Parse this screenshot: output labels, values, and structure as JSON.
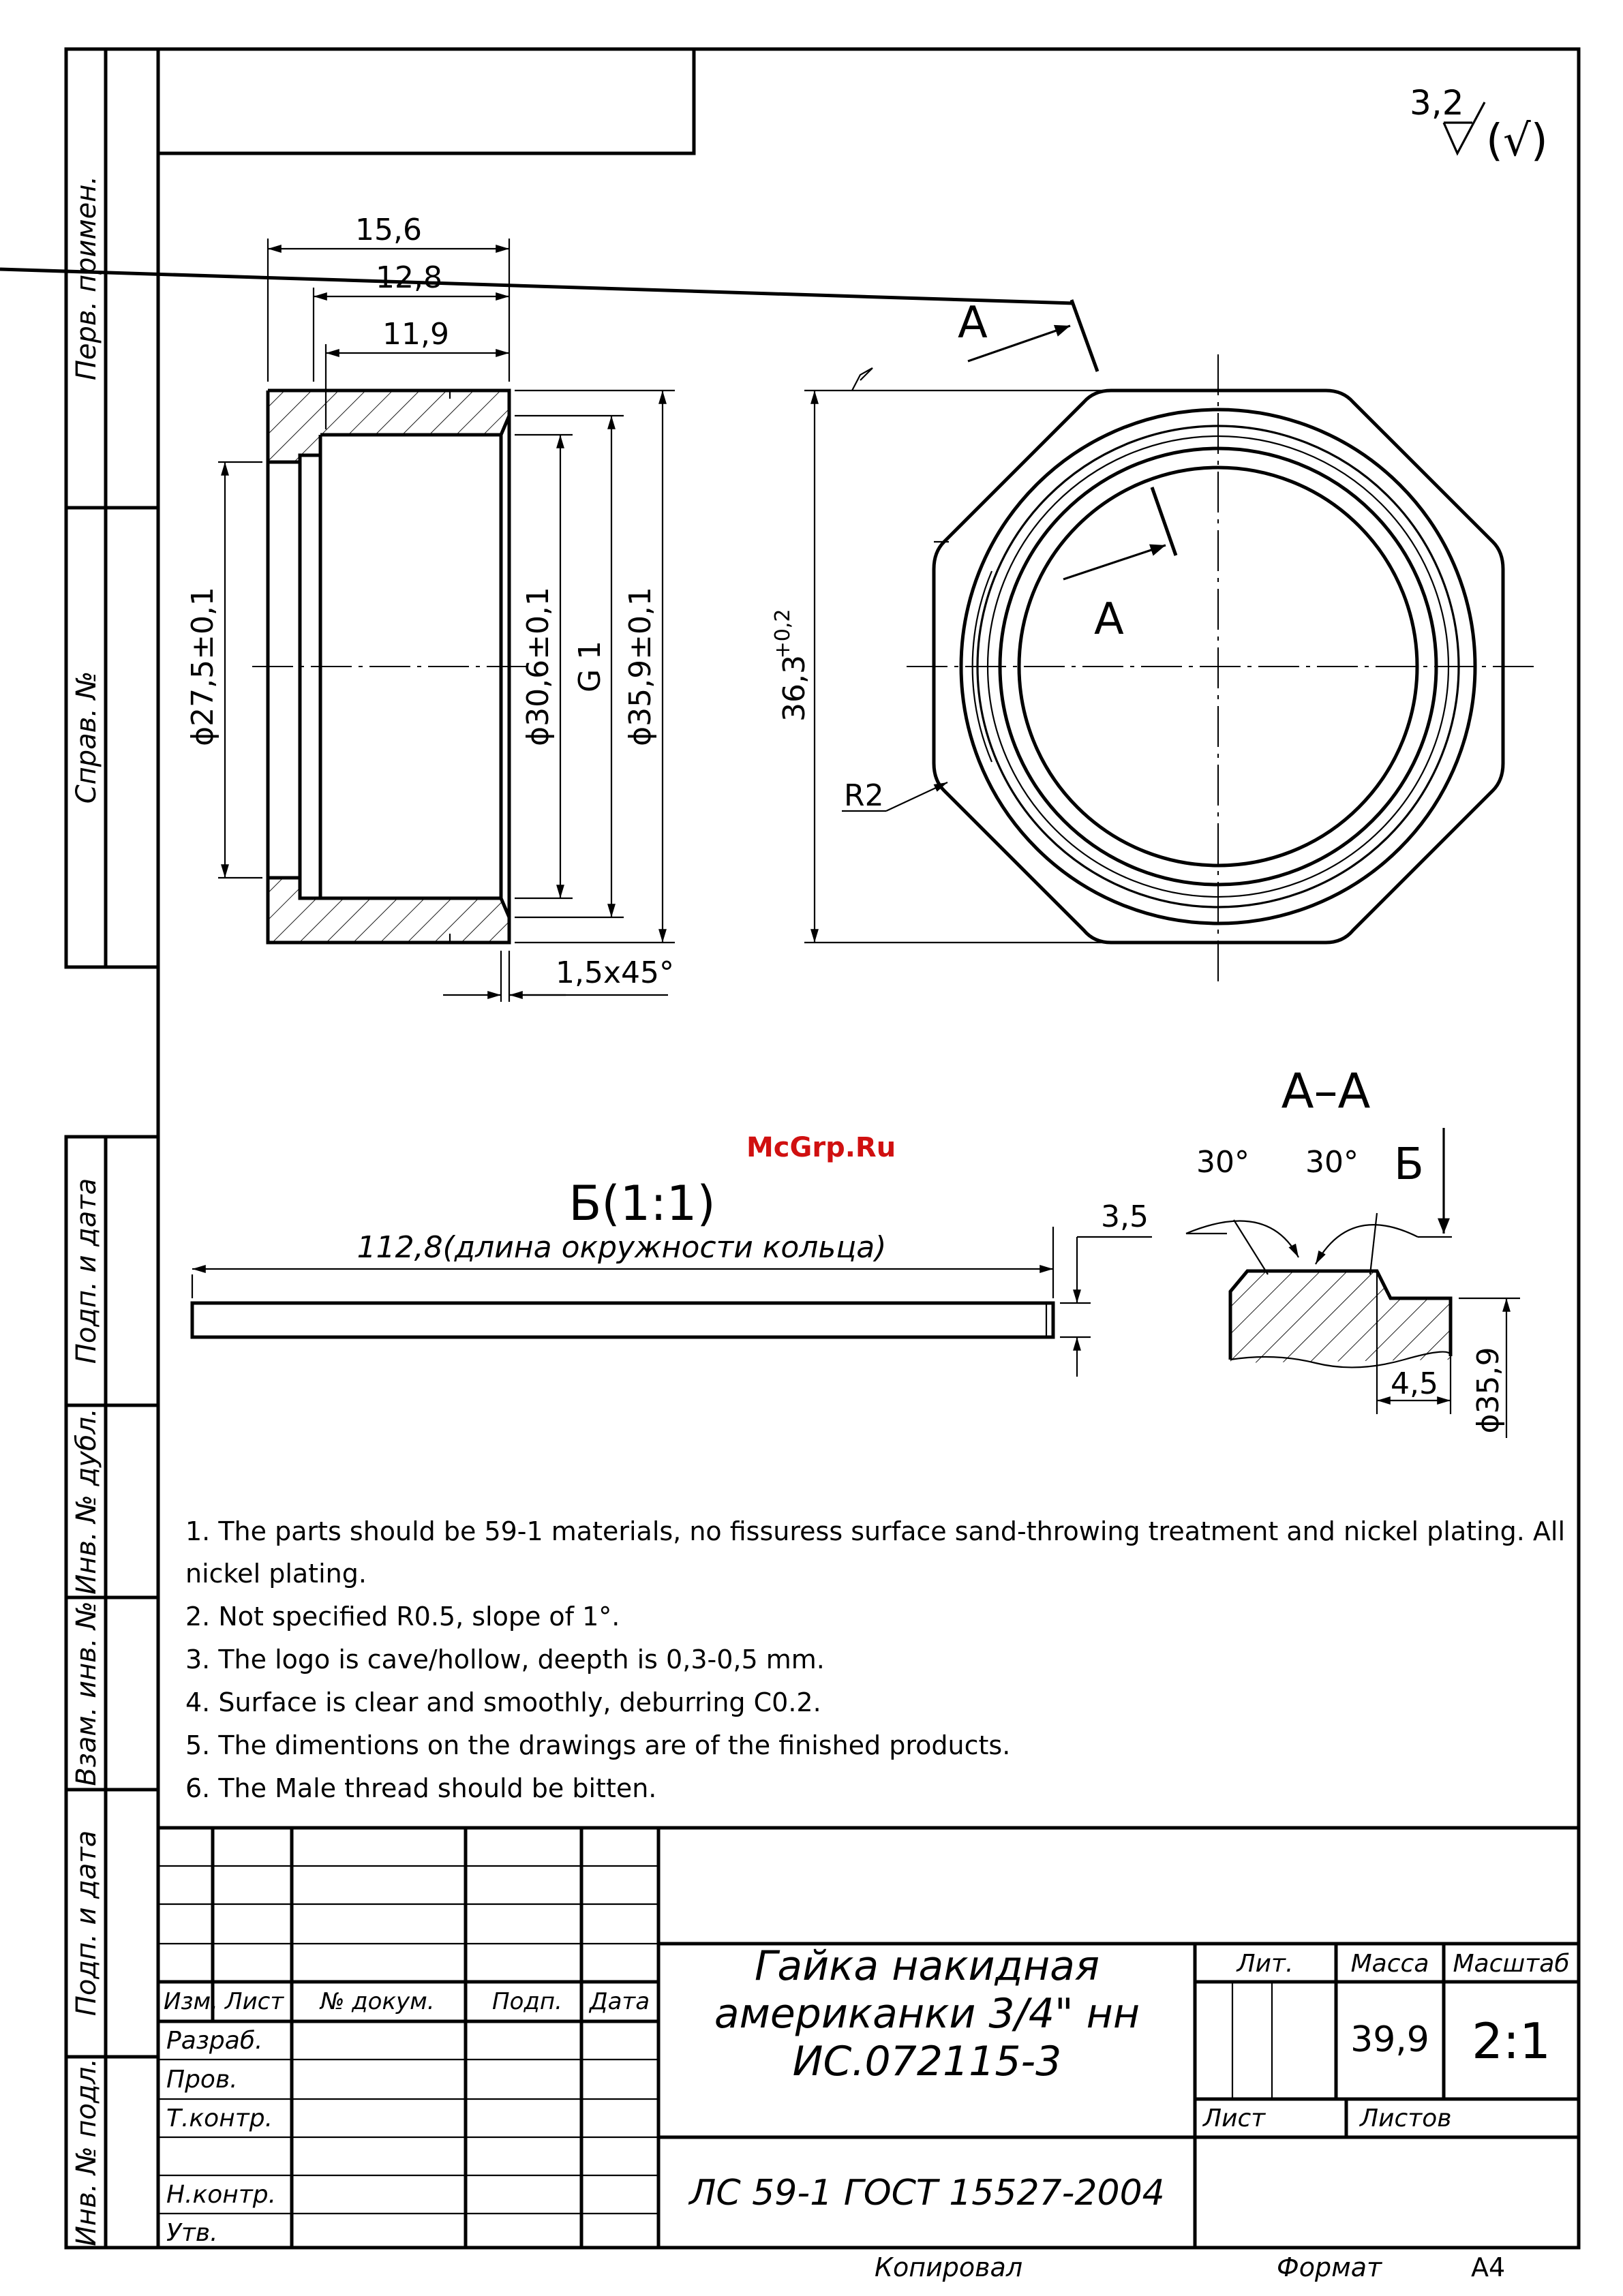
{
  "roughness": {
    "value": "3,2",
    "suffix": "(√)"
  },
  "section_cut": "А",
  "dims": {
    "d156": "15,6",
    "d128": "12,8",
    "d119": "11,9",
    "d275": "ϕ27,5±0,1",
    "d306": "ϕ30,6±0,1",
    "g1": "G 1",
    "d359": "ϕ35,9±0,1",
    "chamfer": "1,5x45°",
    "hex": "36,3",
    "hex_tol": "+0,2",
    "r2": "R2"
  },
  "view_b": {
    "title": "Б(1:1)",
    "length": "112,8(длина окружности кольца)",
    "thickness": "3,5"
  },
  "section_aa": {
    "title": "А–А",
    "angle1": "30°",
    "angle2": "30°",
    "arrow": "Б",
    "d45": "4,5",
    "d359": "ϕ35,9"
  },
  "watermark": "McGrp.Ru",
  "notes": [
    "1. The parts should be 59-1 materials, no fissuress surface sand-throwing treatment and nickel plating. All",
    "nickel plating.",
    "2. Not specified R0.5, slope of 1°.",
    "3. The logo is cave/hollow, deepth is 0,3-0,5 mm.",
    "4. Surface is clear and smoothly, deburring C0.2.",
    "5. The dimentions on the drawings are of the finished products.",
    "6. The Male thread should be bitten."
  ],
  "side_labels": {
    "perv": "Перв. примен.",
    "sprav": "Справ. №",
    "podp1": "Подп. и дата",
    "inv_dubl": "Инв. № дубл.",
    "vzam": "Взам. инв. №",
    "podp2": "Подп. и дата",
    "inv_podl": "Инв. № подл."
  },
  "title_block": {
    "cols": {
      "izm": "Изм.",
      "list": "Лист",
      "doc": "№ докум.",
      "podp": "Подп.",
      "data": "Дата"
    },
    "rows": {
      "razrab": "Разраб.",
      "prov": "Пров.",
      "tkontr": "Т.контр.",
      "nkontr": "Н.контр.",
      "utv": "Утв."
    },
    "name1": "Гайка накидная",
    "name2": "американки 3/4\" нн",
    "code": "ИС.072115-3",
    "lit": "Лит.",
    "massa": "Масса",
    "masshtab": "Масштаб",
    "mass_value": "39,9",
    "scale_value": "2:1",
    "sheet": "Лист",
    "sheets": "Листов",
    "material": "ЛС 59-1 ГОСТ 15527-2004",
    "kopiroval": "Копировал",
    "format": "Формат",
    "format_value": "А4"
  }
}
